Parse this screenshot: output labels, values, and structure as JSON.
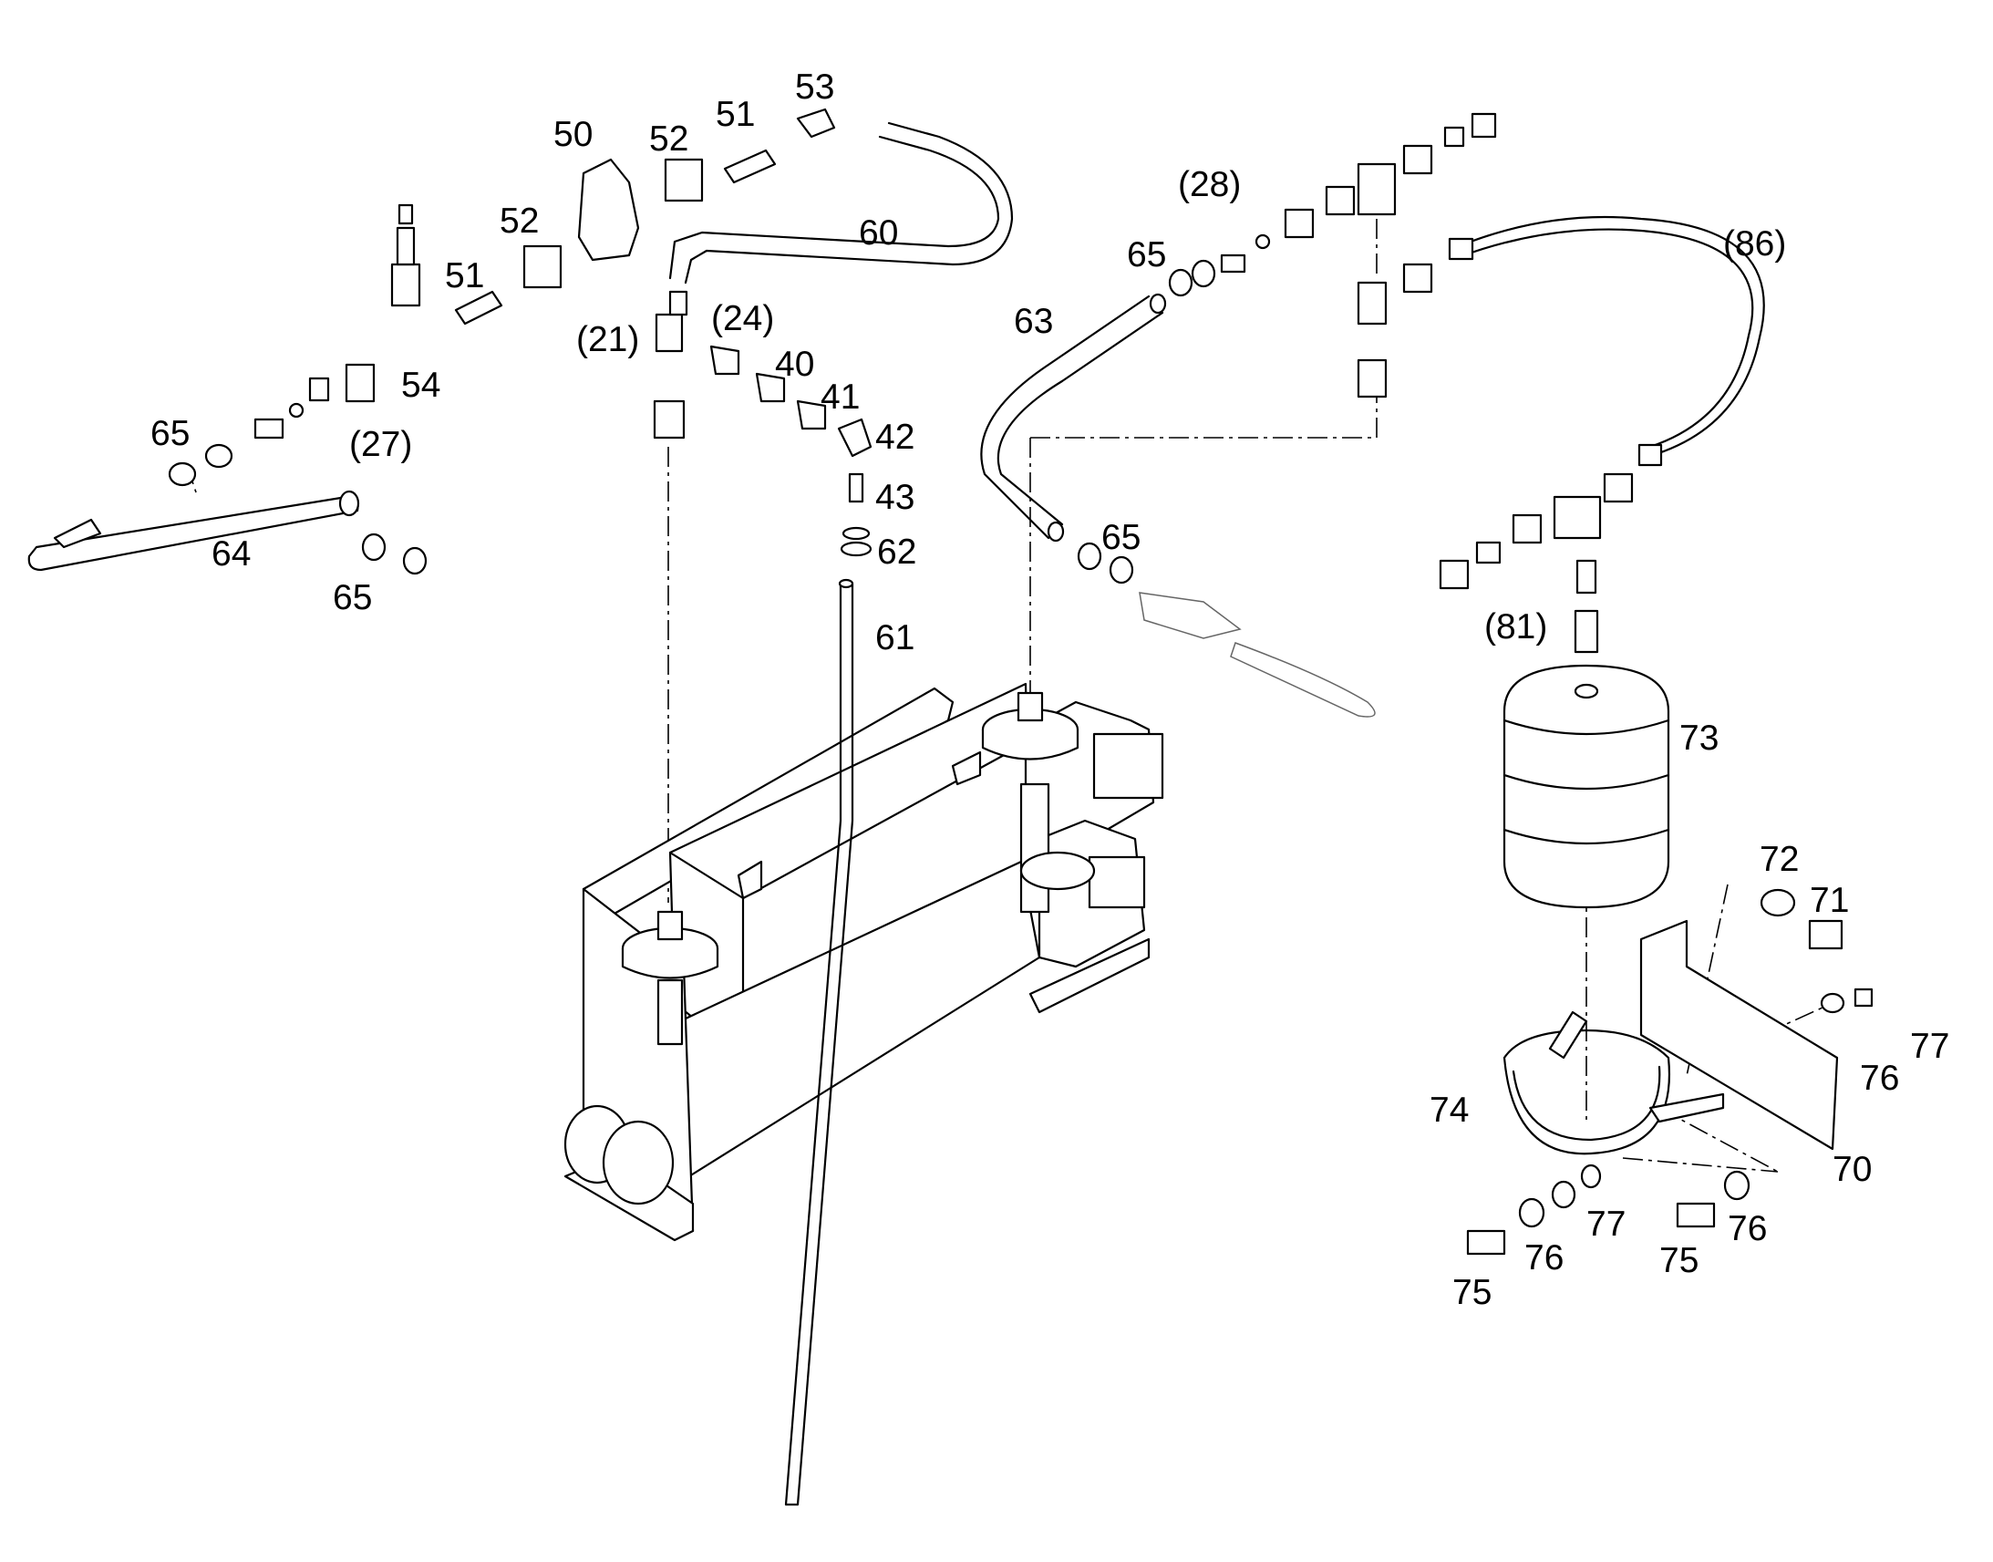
{
  "labels": {
    "p50": "50",
    "p51a": "51",
    "p53": "53",
    "p52a": "52",
    "p52b": "52",
    "p51b": "51",
    "p60": "60",
    "p54": "54",
    "p21": "(21)",
    "p24": "(24)",
    "p40": "40",
    "p41": "41",
    "p42": "42",
    "p43": "43",
    "p62": "62",
    "p61": "61",
    "p27": "(27)",
    "p65a": "65",
    "p64": "64",
    "p65b": "65",
    "p28": "(28)",
    "p65c": "65",
    "p63": "63",
    "p65d": "65",
    "p86": "(86)",
    "p81": "(81)",
    "p73": "73",
    "p72": "72",
    "p71": "71",
    "p77a": "77",
    "p76a": "76",
    "p70": "70",
    "p74": "74",
    "p77b": "77",
    "p76b": "76",
    "p75a": "75",
    "p75b": "75",
    "p76c": "76"
  }
}
